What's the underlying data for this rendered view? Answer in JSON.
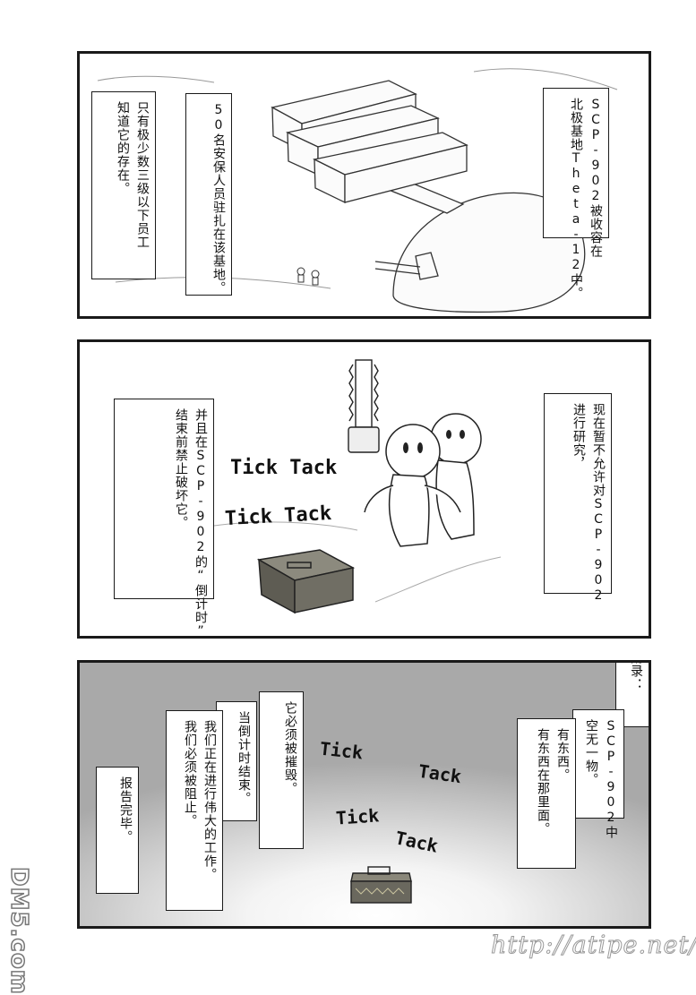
{
  "panels": [
    {
      "captions": [
        {
          "lines": [
            "只有极少数三级以下员工",
            "知道它的存在。"
          ]
        },
        {
          "lines": [
            "50名安保人员驻扎在该基地。"
          ]
        },
        {
          "lines": [
            "SCP-902被收容在",
            "北极基地Theta-12中。"
          ]
        }
      ]
    },
    {
      "captions": [
        {
          "lines": [
            "并且在SCP-902的“倒计时”",
            "结束前禁止破坏它。"
          ]
        },
        {
          "lines": [
            "现在暂不允许对SCP-902",
            "进行研究，"
          ]
        }
      ],
      "sfx": [
        "Tick Tack",
        "Tick Tack"
      ]
    },
    {
      "captions": [
        {
          "lines": [
            "附录："
          ]
        },
        {
          "lines": [
            "SCP-902中",
            "空无一物。"
          ]
        },
        {
          "lines": [
            "有东西。",
            "有东西在那里面。"
          ]
        },
        {
          "lines": [
            "它必须被摧毁。"
          ]
        },
        {
          "lines": [
            "当倒计时结束。"
          ]
        },
        {
          "lines": [
            "我们正在进行伟大的工作。",
            "我们必须被阻止。"
          ]
        },
        {
          "lines": [
            "报告完毕。"
          ]
        }
      ],
      "sfx": [
        "Tick",
        "Tack",
        "Tick",
        "Tack"
      ]
    }
  ],
  "watermark": {
    "logo": "DM5.com",
    "url": "http://atipe.net/"
  }
}
